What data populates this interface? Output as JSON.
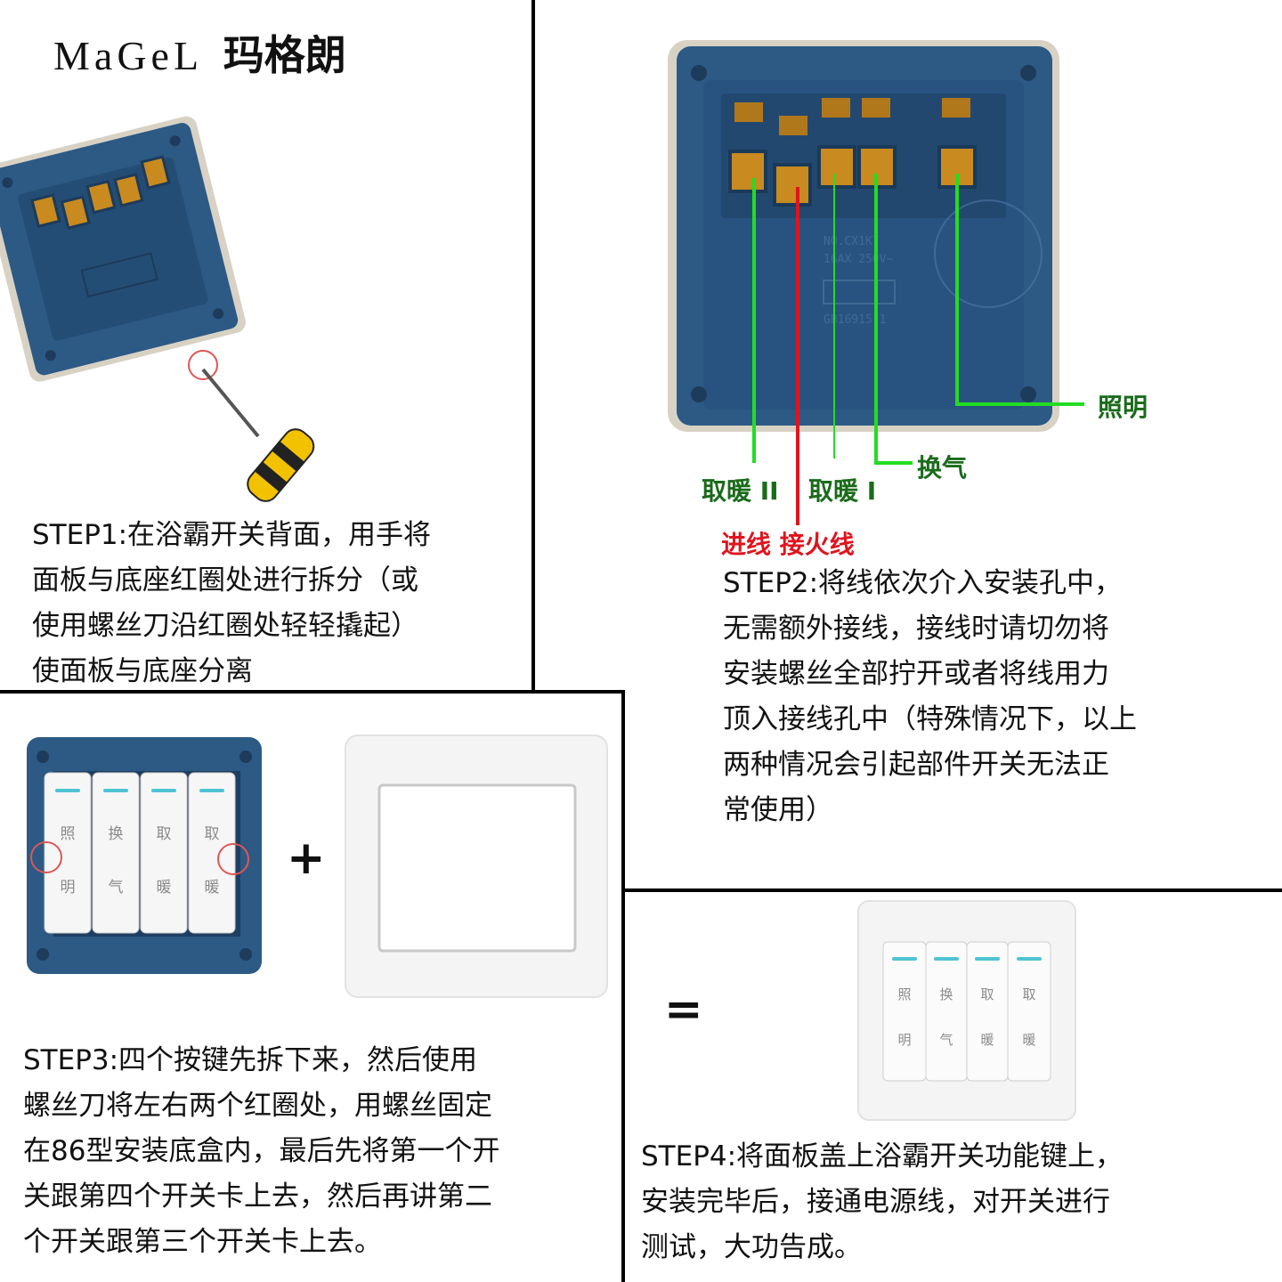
{
  "brand": {
    "latin": "MaGeL",
    "chinese": "玛格朗"
  },
  "step1": {
    "lines": [
      "STEP1:在浴霸开关背面，用手将",
      "面板与底座红圈处进行拆分（或",
      "使用螺丝刀沿红圈处轻轻撬起）",
      "使面板与底座分离"
    ]
  },
  "step2": {
    "lines": [
      "STEP2:将线依次介入安装孔中，",
      "无需额外接线，接线时请切勿将",
      "安装螺丝全部拧开或者将线用力",
      "顶入接线孔中（特殊情况下，以上",
      "两种情况会引起部件开关无法正",
      "常使用）"
    ],
    "labels": {
      "lighting": "照明",
      "ventilation": "换气",
      "heating_2": "取暖 II",
      "heating_1": "取暖 I",
      "live_wire": "进线 接火线"
    },
    "product_marks": {
      "model": "NO.CX1K7",
      "rating": "16AX 250V~",
      "standard": "GB16915.1"
    }
  },
  "step3": {
    "lines": [
      "STEP3:四个按键先拆下来，然后使用",
      "螺丝刀将左右两个红圈处，用螺丝固定",
      "在86型安装底盒内，最后先将第一个开",
      "关跟第四个开关卡上去，然后再讲第二",
      "个开关跟第三个开关卡上去。"
    ]
  },
  "step4": {
    "lines": [
      "STEP4:将面板盖上浴霸开关功能键上，",
      "安装完毕后，接通电源线，对开关进行",
      "测试，大功告成。"
    ]
  },
  "operators": {
    "plus": "+",
    "equals": "="
  },
  "keys": [
    {
      "top": "照",
      "bottom": "明"
    },
    {
      "top": "换",
      "bottom": "气"
    },
    {
      "top": "取",
      "bottom": "暖"
    },
    {
      "top": "取",
      "bottom": "暖"
    }
  ],
  "colors": {
    "base_blue": "#2c5a85",
    "terminal_gold": "#c98a1f",
    "label_green": "#1a6b1a",
    "leader_green": "#22dd22",
    "live_red": "#e0141e",
    "indicator_teal": "#4fc3d4",
    "screwdriver_yellow": "#f2c200"
  }
}
